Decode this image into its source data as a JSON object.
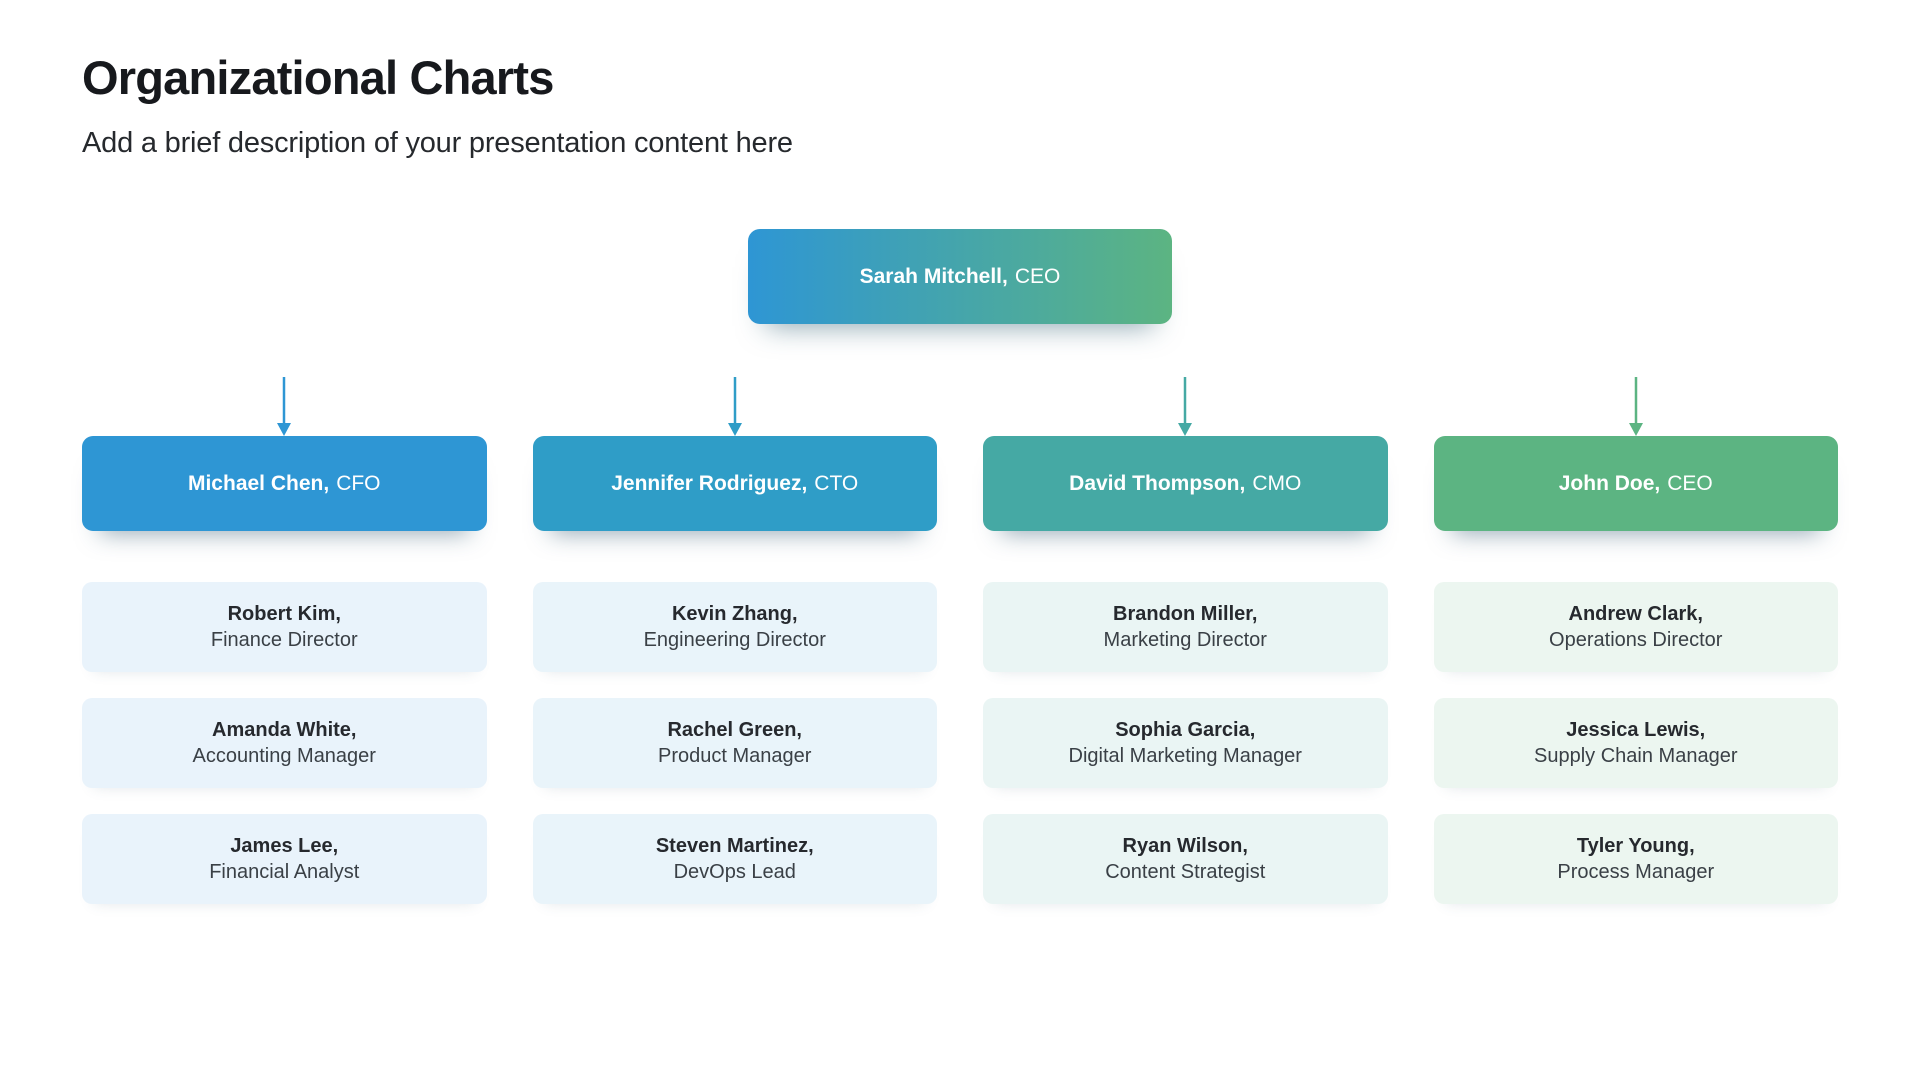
{
  "header": {
    "title": "Organizational Charts",
    "subtitle": "Add a brief description of your presentation content here"
  },
  "org": {
    "root": {
      "name": "Sarah Mitchell,",
      "role": "CEO",
      "gradient_from": "#2e96d4",
      "gradient_to": "#5cb482"
    },
    "connector": {
      "start_color": "#2e96d4",
      "end_color": "#5cb482"
    },
    "branches": [
      {
        "head": {
          "name": "Michael Chen,",
          "role": "CFO"
        },
        "color": "#2e96d4",
        "tint": "#e9f3fb",
        "members": [
          {
            "name": "Robert Kim,",
            "role": "Finance Director"
          },
          {
            "name": "Amanda White,",
            "role": "Accounting Manager"
          },
          {
            "name": "James Lee,",
            "role": "Financial Analyst"
          }
        ]
      },
      {
        "head": {
          "name": "Jennifer Rodriguez,",
          "role": "CTO"
        },
        "color": "#2f9dc7",
        "tint": "#e9f4fa",
        "members": [
          {
            "name": "Kevin Zhang,",
            "role": "Engineering Director"
          },
          {
            "name": "Rachel Green,",
            "role": "Product Manager"
          },
          {
            "name": "Steven Martinez,",
            "role": "DevOps Lead"
          }
        ]
      },
      {
        "head": {
          "name": "David Thompson,",
          "role": "CMO"
        },
        "color": "#45a9a4",
        "tint": "#eaf5f4",
        "members": [
          {
            "name": "Brandon Miller,",
            "role": "Marketing Director"
          },
          {
            "name": "Sophia Garcia,",
            "role": "Digital Marketing Manager"
          },
          {
            "name": "Ryan Wilson,",
            "role": "Content Strategist"
          }
        ]
      },
      {
        "head": {
          "name": "John Doe,",
          "role": "CEO"
        },
        "color": "#5cb482",
        "tint": "#ecf6f0",
        "members": [
          {
            "name": "Andrew Clark,",
            "role": "Operations Director"
          },
          {
            "name": "Jessica Lewis,",
            "role": "Supply Chain Manager"
          },
          {
            "name": "Tyler Young,",
            "role": "Process Manager"
          }
        ]
      }
    ]
  }
}
